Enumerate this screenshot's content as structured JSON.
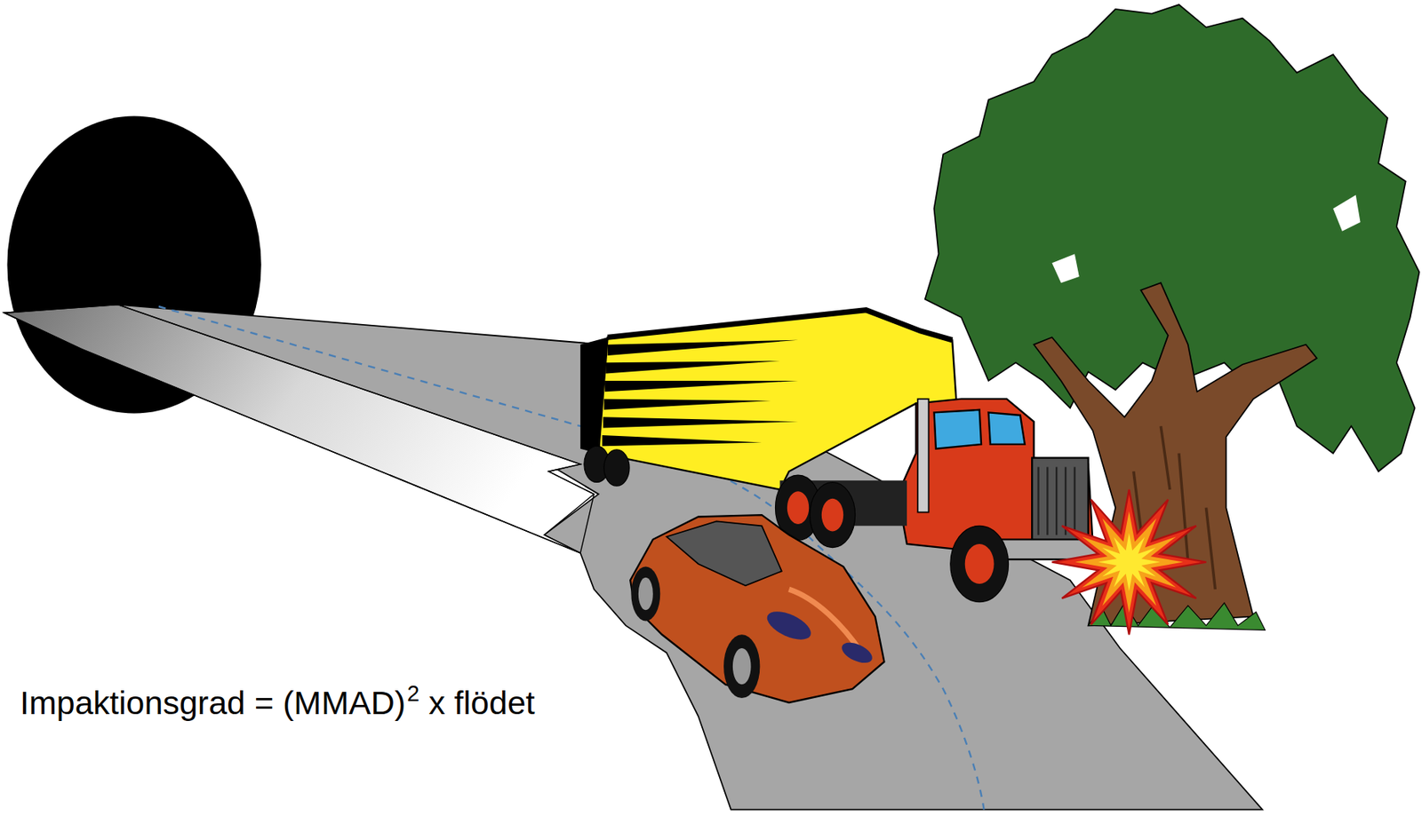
{
  "diagram": {
    "labels": [
      "Impaktionsgrad = (MMAD)",
      "2",
      "x flödet"
    ]
  }
}
